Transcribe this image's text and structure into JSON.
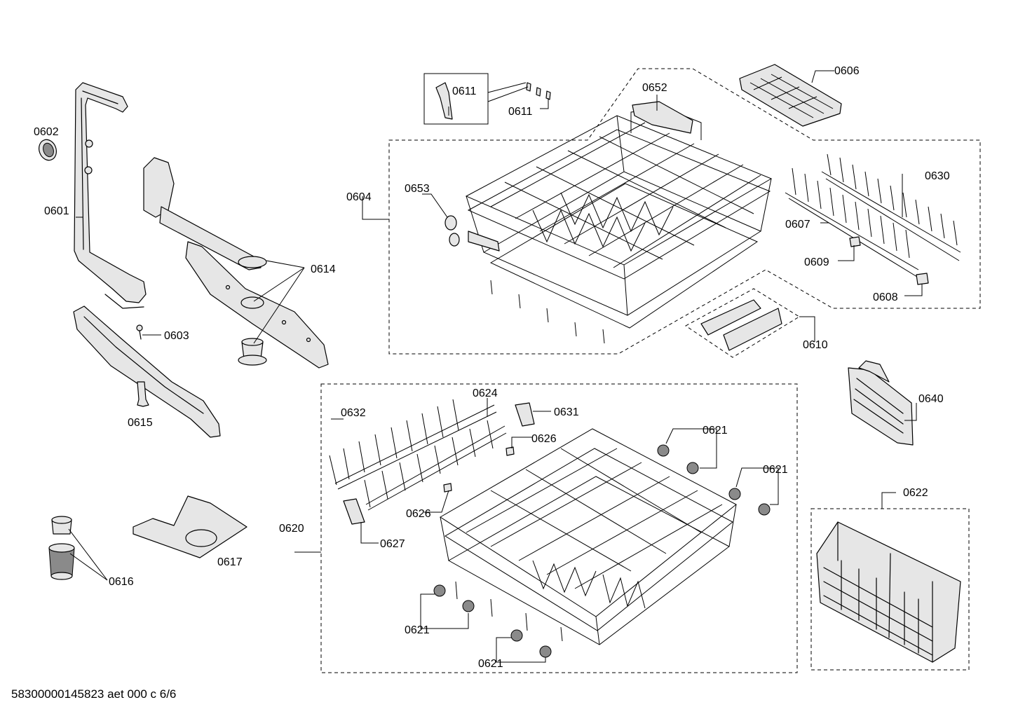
{
  "footer": {
    "document_id": "58300000145823 aet 000 c 6/6"
  },
  "callouts": {
    "c0601": "0601",
    "c0602": "0602",
    "c0603": "0603",
    "c0604": "0604",
    "c0606": "0606",
    "c0607": "0607",
    "c0608": "0608",
    "c0609": "0609",
    "c0610": "0610",
    "c0611_inset": "0611",
    "c0611": "0611",
    "c0614": "0614",
    "c0615": "0615",
    "c0616": "0616",
    "c0617": "0617",
    "c0620": "0620",
    "c0621_a": "0621",
    "c0621_b": "0621",
    "c0621_c": "0621",
    "c0621_d": "0621",
    "c0622": "0622",
    "c0624": "0624",
    "c0626_a": "0626",
    "c0626_b": "0626",
    "c0627": "0627",
    "c0630": "0630",
    "c0631": "0631",
    "c0632": "0632",
    "c0640": "0640",
    "c0652": "0652",
    "c0653": "0653"
  },
  "icons": {
    "upper_basket": "upper-dish-rack-icon",
    "lower_basket": "lower-dish-rack-icon",
    "cutlery_basket": "cutlery-basket-icon"
  }
}
